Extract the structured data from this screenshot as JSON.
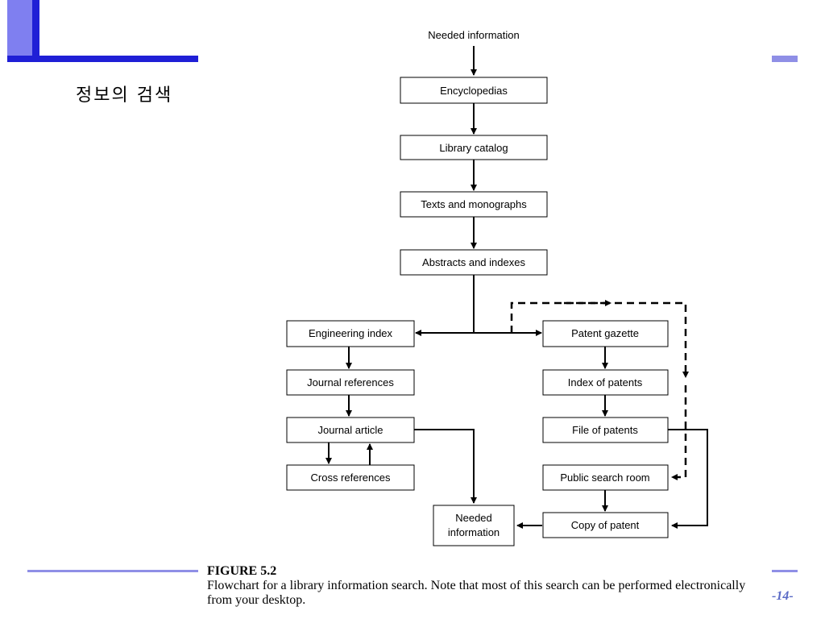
{
  "slide": {
    "title": "정보의 검색",
    "page_number": "-14-",
    "accent_color": "#1f1fd6",
    "line_color": "#8f8fe6"
  },
  "diagram": {
    "nodes": {
      "needed_top": "Needed information",
      "encyclopedias": "Encyclopedias",
      "library_catalog": "Library catalog",
      "texts": "Texts and monographs",
      "abstracts": "Abstracts and indexes",
      "engineering_index": "Engineering index",
      "journal_references": "Journal references",
      "journal_article": "Journal article",
      "cross_references": "Cross references",
      "needed_bottom_1": "Needed",
      "needed_bottom_2": "information",
      "patent_gazette": "Patent gazette",
      "index_patents": "Index of patents",
      "file_patents": "File of patents",
      "public_search": "Public search room",
      "copy_patent": "Copy of patent"
    }
  },
  "caption": {
    "figure": "FIGURE 5.2",
    "text": "Flowchart for a library information search. Note that most of this search can be performed electronically from your desktop."
  }
}
